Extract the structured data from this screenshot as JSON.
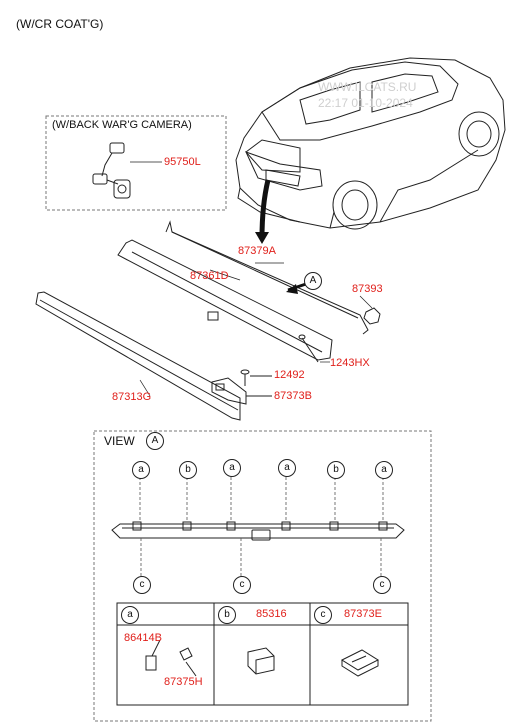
{
  "header": {
    "coating_note": "(W/CR COAT'G)"
  },
  "watermark": {
    "site": "WWW.ILCATS.RU",
    "timestamp": "22:17 01-10-2024"
  },
  "camera_box": {
    "title": "(W/BACK WAR'G CAMERA)",
    "part": "95750L"
  },
  "parts": {
    "p87379A": "87379A",
    "p87361D": "87361D",
    "p87393": "87393",
    "p1243HX": "1243HX",
    "p12492": "12492",
    "p87373B": "87373B",
    "p87313G": "87313G"
  },
  "view_marker": "A",
  "view": {
    "title": "VIEW",
    "marker": "A",
    "top_markers": [
      "a",
      "b",
      "a",
      "a",
      "b",
      "a"
    ],
    "bottom_markers": [
      "c",
      "c",
      "c"
    ]
  },
  "legend": {
    "a": {
      "key": "a",
      "parts": [
        "86414B",
        "87375H"
      ]
    },
    "b": {
      "key": "b",
      "part": "85316"
    },
    "c": {
      "key": "c",
      "part": "87373E"
    }
  },
  "colors": {
    "label_red": "#e0201b",
    "line": "#222222",
    "dash": "#777777"
  }
}
